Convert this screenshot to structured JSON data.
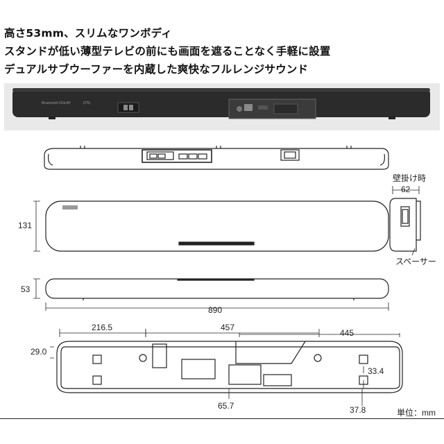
{
  "headlines": [
    "高さ53mm、スリムなワンボディ",
    "スタンドが低い薄型テレビの前にも画面を遮ることなく手軽に設置",
    "デュアルサブウーファーを内蔵した爽快なフルレンジサウンド"
  ],
  "dimensions": {
    "wall_mount_label": "壁掛け時",
    "depth_wall": "62",
    "height_front": "131",
    "spacer_label": "スペーサー",
    "height_side": "53",
    "width_total": "890",
    "bottom_left_offset": "216.5",
    "bottom_center_span": "457",
    "bottom_right_span": "445",
    "bottom_top_offset": "29.0",
    "bottom_hole_vertical": "33.4",
    "bottom_center_depth": "65.7",
    "bottom_right_depth": "37.8",
    "unit_label": "単位：mm"
  }
}
